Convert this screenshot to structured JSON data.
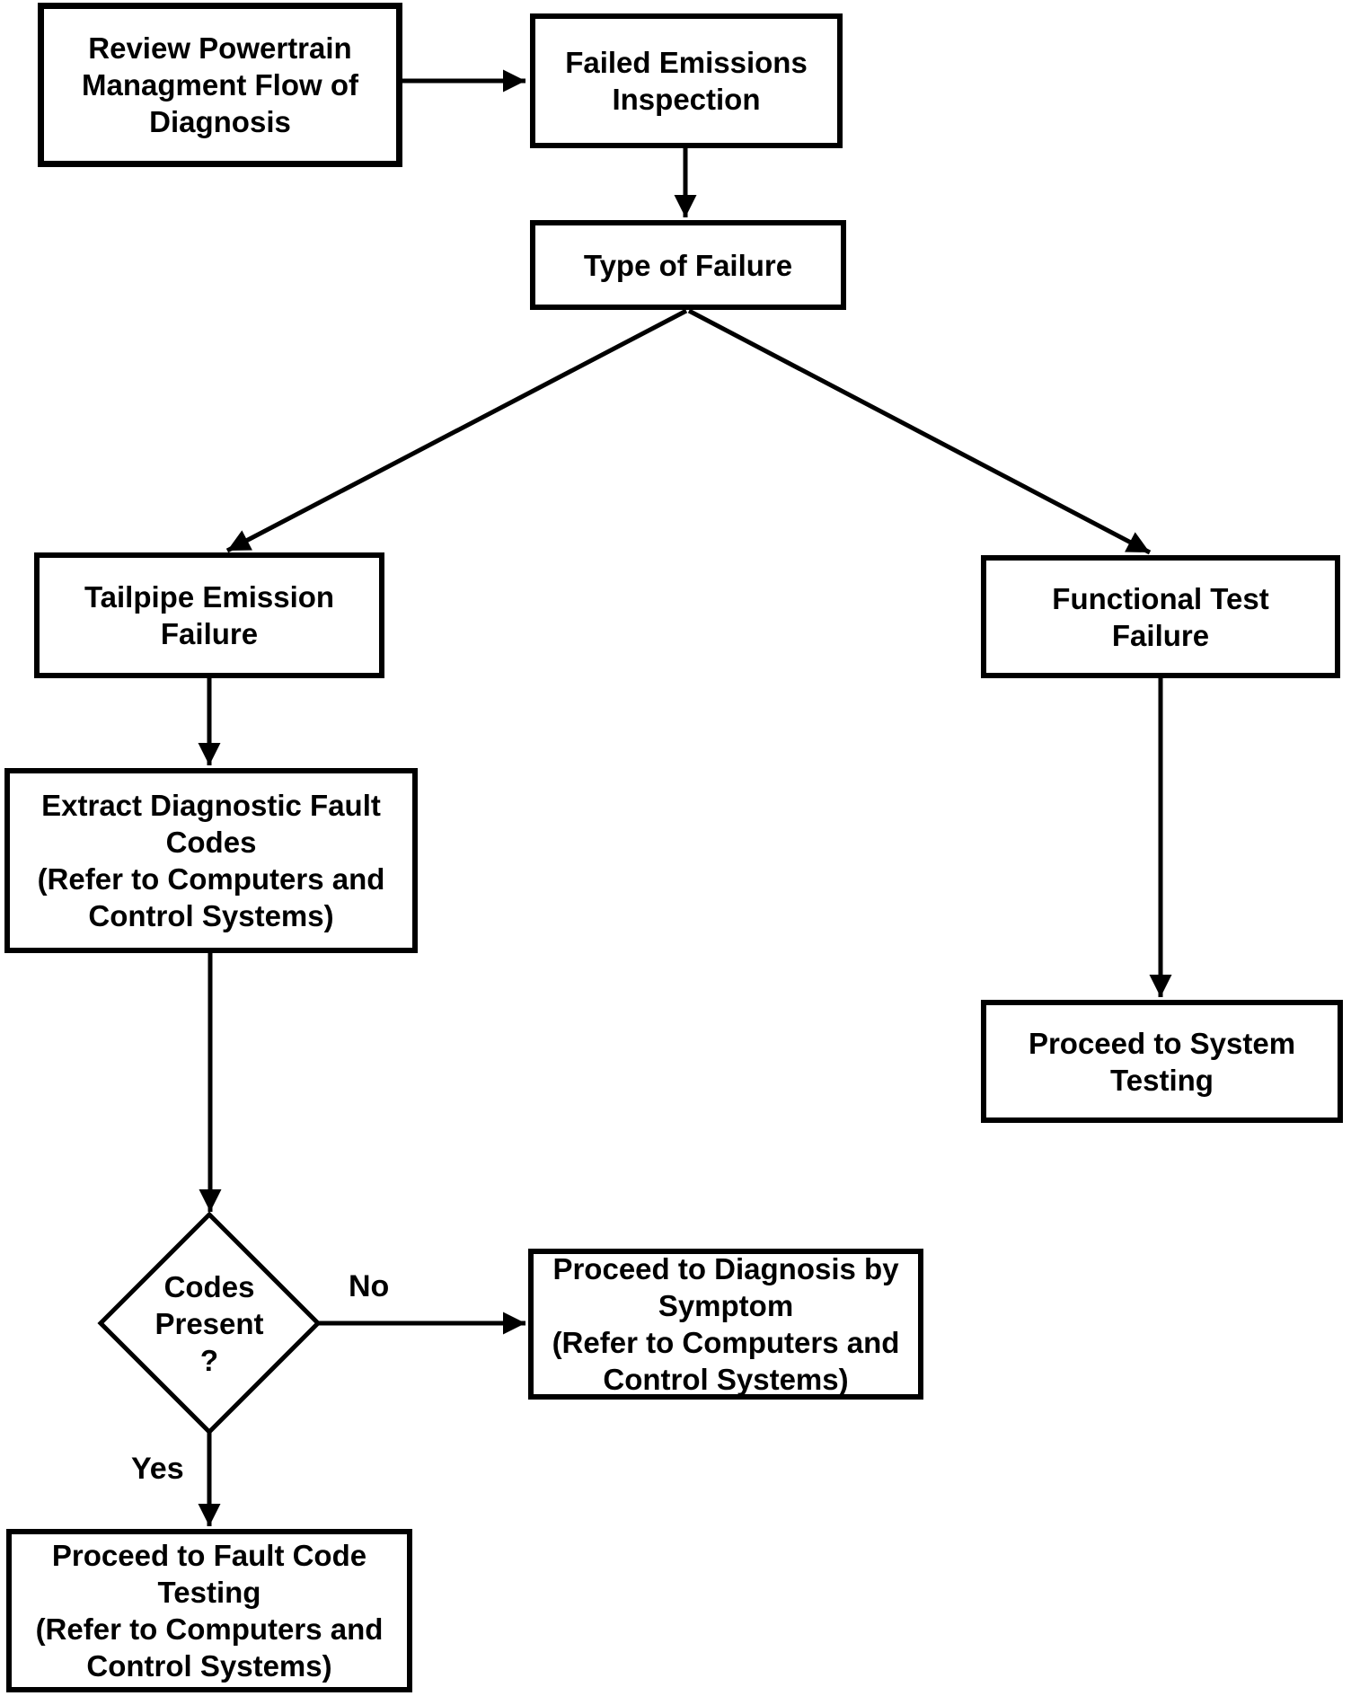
{
  "diagram": {
    "type": "flowchart",
    "colors": {
      "ink": "#000000",
      "background": "#ffffff"
    },
    "nodes": {
      "review_powertrain": {
        "shape": "rect",
        "label": "Review Powertrain\nManagment Flow of\nDiagnosis"
      },
      "failed_emissions": {
        "shape": "rect",
        "label": "Failed Emissions\nInspection"
      },
      "type_of_failure": {
        "shape": "rect",
        "label": "Type of Failure"
      },
      "tailpipe_emission_failure": {
        "shape": "rect",
        "label": "Tailpipe Emission\nFailure"
      },
      "functional_test_failure": {
        "shape": "rect",
        "label": "Functional Test\nFailure"
      },
      "extract_fault_codes": {
        "shape": "rect",
        "label": "Extract Diagnostic Fault\nCodes\n(Refer to Computers and\nControl Systems)"
      },
      "proceed_system_testing": {
        "shape": "rect",
        "label": "Proceed to System\nTesting"
      },
      "codes_present": {
        "shape": "diamond",
        "label": "Codes\nPresent\n?"
      },
      "proceed_diagnosis_by_symptom": {
        "shape": "rect",
        "label": "Proceed to Diagnosis by\nSymptom\n(Refer to Computers and\nControl Systems)"
      },
      "proceed_fault_code_testing": {
        "shape": "rect",
        "label": "Proceed to Fault Code\nTesting\n(Refer to Computers and\nControl Systems)"
      }
    },
    "edge_labels": {
      "no": "No",
      "yes": "Yes"
    },
    "edges": [
      {
        "from": "review_powertrain",
        "to": "failed_emissions",
        "label": ""
      },
      {
        "from": "failed_emissions",
        "to": "type_of_failure",
        "label": ""
      },
      {
        "from": "type_of_failure",
        "to": "tailpipe_emission_failure",
        "label": ""
      },
      {
        "from": "type_of_failure",
        "to": "functional_test_failure",
        "label": ""
      },
      {
        "from": "tailpipe_emission_failure",
        "to": "extract_fault_codes",
        "label": ""
      },
      {
        "from": "extract_fault_codes",
        "to": "codes_present",
        "label": ""
      },
      {
        "from": "codes_present",
        "to": "proceed_diagnosis_by_symptom",
        "label": "No"
      },
      {
        "from": "codes_present",
        "to": "proceed_fault_code_testing",
        "label": "Yes"
      },
      {
        "from": "functional_test_failure",
        "to": "proceed_system_testing",
        "label": ""
      }
    ]
  }
}
